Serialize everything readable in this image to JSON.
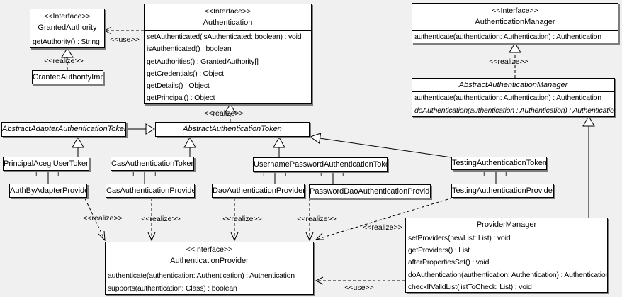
{
  "diagram_type": "uml-class-diagram",
  "colors": {
    "background": "#f0f0f0",
    "box_fill": "#ffffff",
    "line": "#000000",
    "shadow": "#7d7d7d"
  },
  "edge_labels": {
    "realize": "<<realize>>",
    "use": "<<use>>",
    "plus": "+"
  },
  "classes": {
    "granted_authority": {
      "stereotype": "<<Interface>>",
      "name": "GrantedAuthority",
      "methods": [
        "getAuthority() : String"
      ]
    },
    "granted_authority_impl": {
      "name": "GrantedAuthorityImpl"
    },
    "authentication": {
      "stereotype": "<<Interface>>",
      "name": "Authentication",
      "methods": [
        "setAuthenticated(isAuthenticated: boolean) : void",
        "isAuthenticated() : boolean",
        "getAuthorities() : GrantedAuthority[]",
        "getCredentials() : Object",
        "getDetails() : Object",
        "getPrincipal() : Object"
      ]
    },
    "authentication_manager": {
      "stereotype": "<<Interface>>",
      "name": "AuthenticationManager",
      "methods": [
        "authenticate(authentication: Authentication) : Authentication"
      ]
    },
    "abstract_authentication_manager": {
      "name": "AbstractAuthenticationManager",
      "abstract": true,
      "methods": [
        "authenticate(authentication: Authentication) : Authentication",
        "doAuthentication(authentication : Authentication) : Authentication"
      ]
    },
    "abstract_adapter_authentication_token": {
      "name": "AbstractAdapterAuthenticationToken",
      "abstract": true
    },
    "abstract_authentication_token": {
      "name": "AbstractAuthenticationToken",
      "abstract": true
    },
    "principal_acegi_user_token": {
      "name": "PrincipalAcegiUserToken"
    },
    "cas_authentication_token": {
      "name": "CasAuthenticationToken"
    },
    "username_password_authentication_token": {
      "name": "UsernamePasswordAuthenticationToken"
    },
    "testing_authentication_token": {
      "name": "TestingAuthenticationToken"
    },
    "auth_by_adapter_provider": {
      "name": "AuthByAdapterProvider"
    },
    "cas_authentication_provider": {
      "name": "CasAuthenticationProvider"
    },
    "dao_authentication_provider": {
      "name": "DaoAuthenticationProvider"
    },
    "password_dao_authentication_provider": {
      "name": "PasswordDaoAuthenticationProvider"
    },
    "testing_authentication_provider": {
      "name": "TestingAuthenticationProvider"
    },
    "authentication_provider": {
      "stereotype": "<<Interface>>",
      "name": "AuthenticationProvider",
      "methods": [
        "authenticate(authentication: Authentication) : Authentication",
        "supports(authentication: Class) : boolean"
      ]
    },
    "provider_manager": {
      "name": "ProviderManager",
      "methods": [
        "setProviders(newList: List) : void",
        "getProviders() : List",
        "afterPropertiesSet() : void",
        "doAuthentication(authentication: Authentication) : Authentication",
        "checkIfValidList(listToCheck: List) : void"
      ]
    }
  },
  "relationships": [
    {
      "from": "Authentication",
      "to": "GrantedAuthority",
      "type": "use"
    },
    {
      "from": "GrantedAuthorityImpl",
      "to": "GrantedAuthority",
      "type": "realize"
    },
    {
      "from": "AbstractAuthenticationToken",
      "to": "Authentication",
      "type": "realize"
    },
    {
      "from": "AbstractAuthenticationManager",
      "to": "AuthenticationManager",
      "type": "realize"
    },
    {
      "from": "AbstractAdapterAuthenticationToken",
      "to": "AbstractAuthenticationToken",
      "type": "generalization"
    },
    {
      "from": "PrincipalAcegiUserToken",
      "to": "AbstractAdapterAuthenticationToken",
      "type": "generalization"
    },
    {
      "from": "CasAuthenticationToken",
      "to": "AbstractAuthenticationToken",
      "type": "generalization"
    },
    {
      "from": "UsernamePasswordAuthenticationToken",
      "to": "AbstractAuthenticationToken",
      "type": "generalization"
    },
    {
      "from": "TestingAuthenticationToken",
      "to": "AbstractAuthenticationToken",
      "type": "generalization"
    },
    {
      "from": "ProviderManager",
      "to": "AbstractAuthenticationManager",
      "type": "generalization"
    },
    {
      "from": "PrincipalAcegiUserToken",
      "to": "AuthByAdapterProvider",
      "type": "association"
    },
    {
      "from": "CasAuthenticationToken",
      "to": "CasAuthenticationProvider",
      "type": "association"
    },
    {
      "from": "UsernamePasswordAuthenticationToken",
      "to": "DaoAuthenticationProvider",
      "type": "association"
    },
    {
      "from": "UsernamePasswordAuthenticationToken",
      "to": "PasswordDaoAuthenticationProvider",
      "type": "association"
    },
    {
      "from": "TestingAuthenticationToken",
      "to": "TestingAuthenticationProvider",
      "type": "association"
    },
    {
      "from": "AuthByAdapterProvider",
      "to": "AuthenticationProvider",
      "type": "realize"
    },
    {
      "from": "CasAuthenticationProvider",
      "to": "AuthenticationProvider",
      "type": "realize"
    },
    {
      "from": "DaoAuthenticationProvider",
      "to": "AuthenticationProvider",
      "type": "realize"
    },
    {
      "from": "PasswordDaoAuthenticationProvider",
      "to": "AuthenticationProvider",
      "type": "realize"
    },
    {
      "from": "TestingAuthenticationProvider",
      "to": "AuthenticationProvider",
      "type": "realize"
    },
    {
      "from": "ProviderManager",
      "to": "AuthenticationProvider",
      "type": "use"
    }
  ]
}
